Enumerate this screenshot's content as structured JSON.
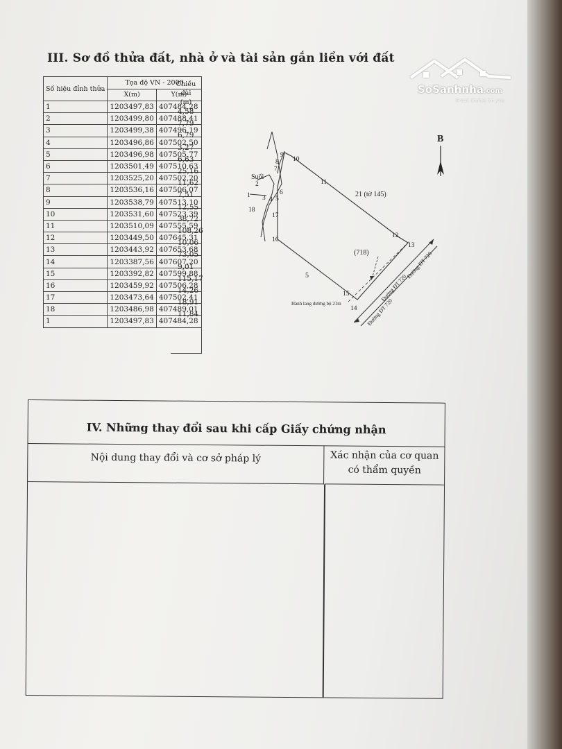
{
  "section3": {
    "title": "III. Sơ đồ thửa đất, nhà ở và tài sản gắn liền với đất"
  },
  "watermark": {
    "brand": "SoSanhnha",
    "domain": ".com",
    "tagline": "Great choice for you"
  },
  "coord_table": {
    "header_index": "Số hiệu đỉnh thửa",
    "header_system": "Tọa độ VN - 2000",
    "header_x": "X(m)",
    "header_y": "Y(m)",
    "header_length_1": "Chiều dài",
    "header_length_2": "(m)",
    "rows": [
      {
        "id": "1",
        "x": "1203497,83",
        "y": "407484,28"
      },
      {
        "id": "2",
        "x": "1203499,80",
        "y": "407488,41"
      },
      {
        "id": "3",
        "x": "1203499,38",
        "y": "407496,19"
      },
      {
        "id": "4",
        "x": "1203496,86",
        "y": "407502,50"
      },
      {
        "id": "5",
        "x": "1203496,98",
        "y": "407505,77"
      },
      {
        "id": "6",
        "x": "1203501,49",
        "y": "407510,63"
      },
      {
        "id": "7",
        "x": "1203525,20",
        "y": "407502,20"
      },
      {
        "id": "8",
        "x": "1203536,16",
        "y": "407506,07"
      },
      {
        "id": "9",
        "x": "1203538,79",
        "y": "407513,10"
      },
      {
        "id": "10",
        "x": "1203531,60",
        "y": "407523,39"
      },
      {
        "id": "11",
        "x": "1203510,09",
        "y": "407555,59"
      },
      {
        "id": "12",
        "x": "1203449,50",
        "y": "407645,31"
      },
      {
        "id": "13",
        "x": "1203443,92",
        "y": "407653,68"
      },
      {
        "id": "14",
        "x": "1203387,56",
        "y": "407607,20"
      },
      {
        "id": "15",
        "x": "1203392,82",
        "y": "407599,88"
      },
      {
        "id": "16",
        "x": "1203459,92",
        "y": "407506,28"
      },
      {
        "id": "17",
        "x": "1203473,64",
        "y": "407502,41"
      },
      {
        "id": "18",
        "x": "1203486,98",
        "y": "407489,01"
      },
      {
        "id": "1",
        "x": "1203497,83",
        "y": "407484,28"
      }
    ],
    "lengths": [
      "4,58",
      "7,79",
      "6,79",
      "3,27",
      "6,63",
      "25,16",
      "11,62",
      "7,51",
      "12,55",
      "38,72",
      "108,26",
      "10,06",
      "73,05",
      "9,01",
      "115,17",
      "14,26",
      "18,91",
      "11,84"
    ]
  },
  "map": {
    "stream_label": "Suối",
    "neighbor_label": "21 (tờ 145)",
    "parcel_label": "5",
    "marker_label": "(718)",
    "corridor_label": "Hành lang đường bộ 21m",
    "road_label_1": "Đường ĐT 720",
    "road_label_2": "Đường ĐT 720",
    "road_label_3": "Đường ĐT 720",
    "points": [
      "1",
      "2",
      "3",
      "4",
      "5",
      "6",
      "7",
      "8",
      "9",
      "10",
      "11",
      "12",
      "13",
      "14",
      "15",
      "16",
      "17",
      "18"
    ]
  },
  "north_arrow": {
    "label": "B"
  },
  "section4": {
    "title": "IV. Những thay đổi sau khi cấp Giấy chứng nhận",
    "col_left": "Nội dung thay đổi và cơ sở pháp lý",
    "col_right_1": "Xác nhận của cơ quan",
    "col_right_2": "có thẩm quyền"
  }
}
